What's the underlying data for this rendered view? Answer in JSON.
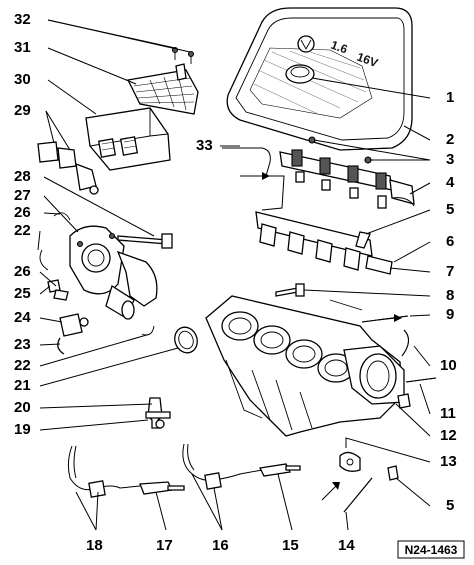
{
  "callouts": [
    {
      "id": "32",
      "label": "32"
    },
    {
      "id": "31",
      "label": "31"
    },
    {
      "id": "30",
      "label": "30"
    },
    {
      "id": "29",
      "label": "29"
    },
    {
      "id": "28",
      "label": "28"
    },
    {
      "id": "27",
      "label": "27"
    },
    {
      "id": "26a",
      "label": "26"
    },
    {
      "id": "22a",
      "label": "22"
    },
    {
      "id": "26b",
      "label": "26"
    },
    {
      "id": "25",
      "label": "25"
    },
    {
      "id": "24",
      "label": "24"
    },
    {
      "id": "23",
      "label": "23"
    },
    {
      "id": "22b",
      "label": "22"
    },
    {
      "id": "21",
      "label": "21"
    },
    {
      "id": "20",
      "label": "20"
    },
    {
      "id": "19",
      "label": "19"
    },
    {
      "id": "33",
      "label": "33"
    },
    {
      "id": "1",
      "label": "1"
    },
    {
      "id": "2",
      "label": "2"
    },
    {
      "id": "3",
      "label": "3"
    },
    {
      "id": "4",
      "label": "4"
    },
    {
      "id": "5a",
      "label": "5"
    },
    {
      "id": "6",
      "label": "6"
    },
    {
      "id": "7",
      "label": "7"
    },
    {
      "id": "8",
      "label": "8"
    },
    {
      "id": "9",
      "label": "9"
    },
    {
      "id": "10",
      "label": "10"
    },
    {
      "id": "11",
      "label": "11"
    },
    {
      "id": "12",
      "label": "12"
    },
    {
      "id": "13",
      "label": "13"
    },
    {
      "id": "5b",
      "label": "5"
    },
    {
      "id": "18",
      "label": "18"
    },
    {
      "id": "17",
      "label": "17"
    },
    {
      "id": "16",
      "label": "16"
    },
    {
      "id": "15",
      "label": "15"
    },
    {
      "id": "14",
      "label": "14"
    }
  ],
  "engine_cover_marking": {
    "displacement": "1.6",
    "valve": "16V"
  },
  "reference_code": "N24-1463"
}
